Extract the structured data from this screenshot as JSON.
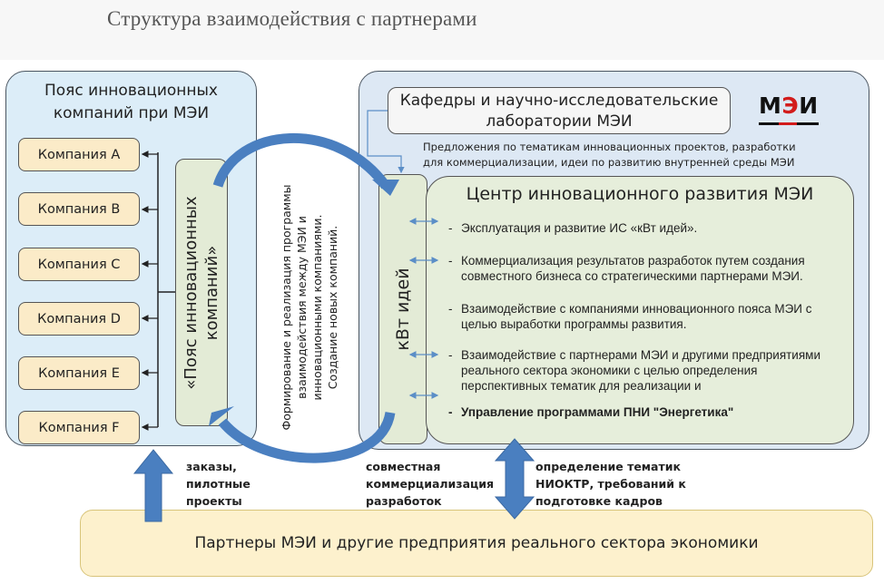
{
  "page": {
    "title": "Структура взаимодействия с партнерами"
  },
  "belt": {
    "title_line1": "Пояс инновационных",
    "title_line2": "компаний при МЭИ",
    "companies": [
      "Компания A",
      "Компания B",
      "Компания C",
      "Компания D",
      "Компания E",
      "Компания F"
    ],
    "vertical_line1": "«Пояс инновационных",
    "vertical_line2": "компаний»"
  },
  "middle": {
    "line1": "Формирование и реализация программы",
    "line2": "взаимодействия между МЭИ и",
    "line3": "инновационными компаниями.",
    "line4": "Создание новых компаний."
  },
  "mei": {
    "logo": {
      "before": "М",
      "accent": "Э",
      "after": "И"
    },
    "kafedry_line1": "Кафедры и научно-исследовательские",
    "kafedry_line2": "лаборатории МЭИ",
    "proposals_line1": "Предложения по тематикам инновационных проектов, разработки",
    "proposals_line2": "для коммерциализации, идеи по развитию внутренней среды МЭИ",
    "kvt_label": "кВт идей",
    "center": {
      "title": "Центр инновационного развития МЭИ",
      "items": [
        {
          "dash": "-",
          "text": "Эксплуатация и развитие ИС «кВт идей»."
        },
        {
          "dash": "-",
          "text": "Коммерциализация результатов разработок путем создания совместного бизнеса со стратегическими партнерами МЭИ."
        },
        {
          "dash": "-",
          "text": "Взаимодействие с компаниями инновационного пояса МЭИ с целью выработки программы развития."
        },
        {
          "dash": "-",
          "text": "Взаимодействие с партнерами МЭИ и другими предприятиями реального сектора экономики с целью определения перспективных тематик для реализации и"
        },
        {
          "dash": "-",
          "text": "Управление программами ПНИ \"Энергетика\""
        }
      ]
    }
  },
  "flows": {
    "orders": [
      "заказы,",
      "пилотные",
      "проекты"
    ],
    "joint": [
      "совместная",
      "коммерциализация",
      "разработок"
    ],
    "topics": [
      "определение тематик",
      "НИОКТР, требований к",
      "подготовке кадров"
    ]
  },
  "partners": {
    "label": "Партнеры МЭИ и другие предприятия реального сектора экономики"
  },
  "colors": {
    "arrow_blue": "#4a7fc0",
    "belt_bg": "#dcedf8",
    "company_bg": "#fbebc8",
    "green_bg": "#e6eedb",
    "partners_bg": "#fdf1cd",
    "logo_red": "#d21c1c"
  }
}
